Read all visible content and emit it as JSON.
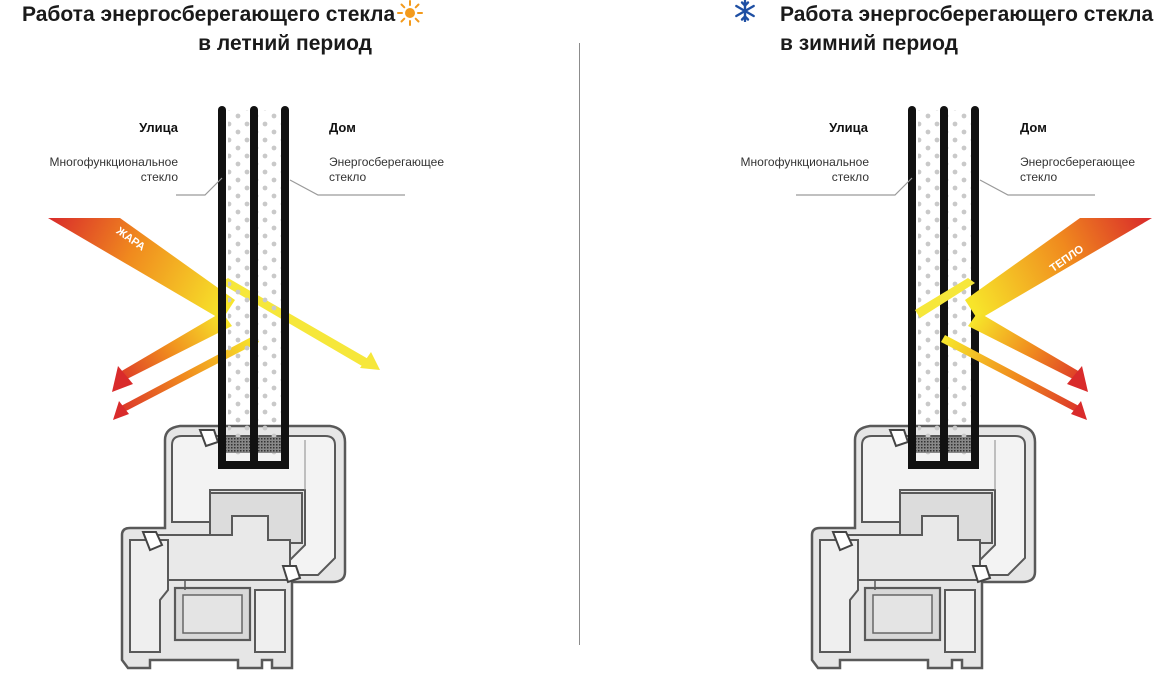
{
  "summer": {
    "title_line1": "Работа энергосберегающего стекла",
    "title_line2": "в летний период",
    "icon": "sun-icon",
    "street_label": "Улица",
    "home_label": "Дом",
    "multifunctional_label_line1": "Многофункциональное",
    "multifunctional_label_line2": "стекло",
    "energy_label_line1": "Энергосберегающее",
    "energy_label_line2": "стекло",
    "arrow_label": "ЖАРА"
  },
  "winter": {
    "title_line1": "Работа энергосберегающего стекла",
    "title_line2": "в зимний период",
    "icon": "snowflake-icon",
    "street_label": "Улица",
    "home_label": "Дом",
    "multifunctional_label_line1": "Многофункциональное",
    "multifunctional_label_line2": "стекло",
    "energy_label_line1": "Энергосберегающее",
    "energy_label_line2": "стекло",
    "arrow_label": "ТЕПЛО"
  },
  "colors": {
    "heat_start": "#d92b2b",
    "heat_mid": "#f08a1e",
    "heat_end": "#f7e52a",
    "sun": "#f39a1c",
    "snowflake": "#1e4fa3",
    "glass_frame": "#111111",
    "profile_fill": "#e6e6e6",
    "profile_stroke": "#555555"
  }
}
